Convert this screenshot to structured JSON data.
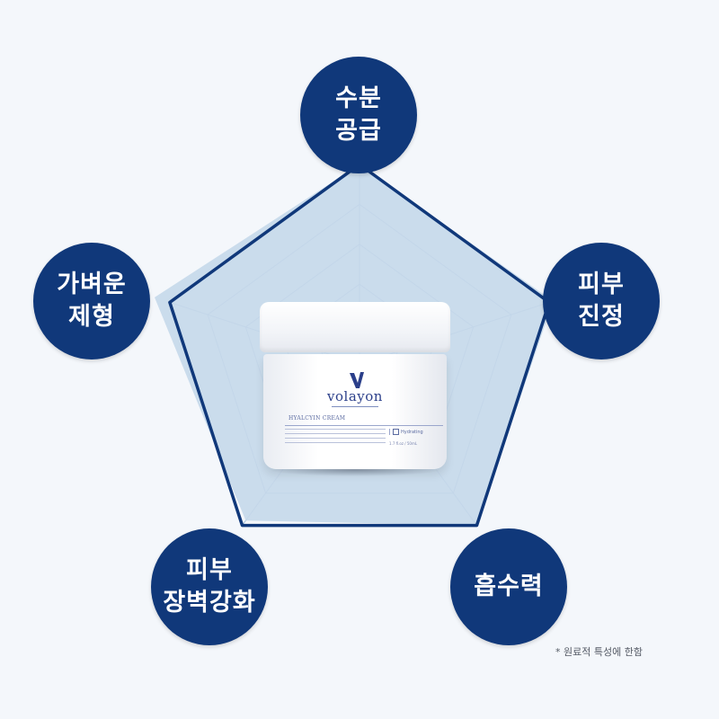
{
  "chart_data": {
    "type": "radar",
    "axes": [
      {
        "lines": [
          "수분",
          "공급"
        ]
      },
      {
        "lines": [
          "피부",
          "진정"
        ]
      },
      {
        "lines": [
          "흡수력"
        ]
      },
      {
        "lines": [
          "피부",
          "장벽강화"
        ]
      },
      {
        "lines": [
          "가벼운",
          "제형"
        ]
      }
    ],
    "values": [
      1.0,
      1.02,
      1.0,
      0.97,
      1.08
    ],
    "range": [
      0,
      1
    ],
    "grid_levels": 5,
    "colors": {
      "area": "#c5d8ea",
      "outline": "#10387a",
      "grid": "#a9c4dc",
      "label_bg": "#10387a"
    }
  },
  "product": {
    "brand": "volayon",
    "name": "HYALCYIN CREAM",
    "tag": "Hydrating",
    "volume": "1.7 fl.oz / 50mL"
  },
  "footnote": "* 원료적 특성에 한함"
}
